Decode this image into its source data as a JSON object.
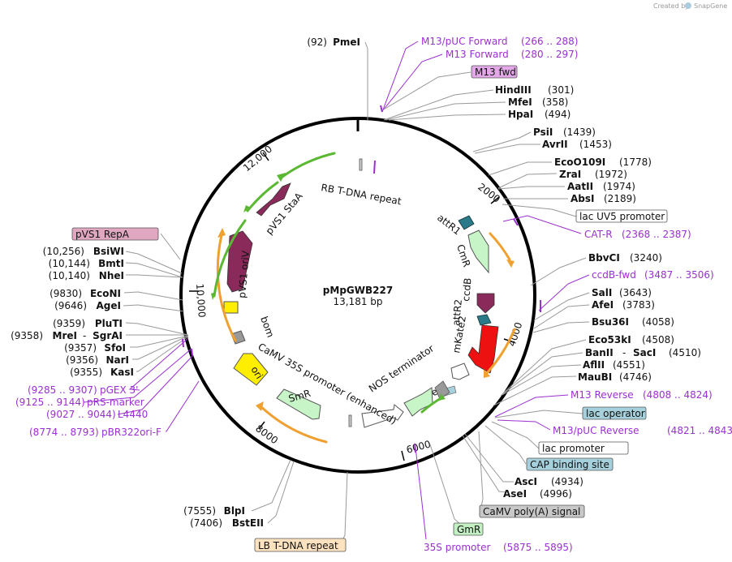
{
  "map": {
    "name": "pMpGWB227",
    "size_label": "13,181 bp",
    "credit_prefix": "Created by",
    "credit_brand": "SnapGene"
  },
  "ticks": [
    "2000",
    "4000",
    "6000",
    "8000",
    "10,000",
    "12,000"
  ],
  "enzymes_left": [
    {
      "pos": "(92)",
      "name": "PmeI"
    },
    {
      "pos": "(10,256)",
      "name": "BsiWI"
    },
    {
      "pos": "(10,144)",
      "name": "BmtI"
    },
    {
      "pos": "(10,140)",
      "name": "NheI"
    },
    {
      "pos": "(9830)",
      "name": "EcoNI"
    },
    {
      "pos": "(9646)",
      "name": "AgeI"
    },
    {
      "pos": "(9359)",
      "name": "PluTI"
    },
    {
      "pos": "(9358)",
      "name": "MreI",
      "name2": "SgrAI"
    },
    {
      "pos": "(9357)",
      "name": "SfoI"
    },
    {
      "pos": "(9356)",
      "name": "NarI"
    },
    {
      "pos": "(9355)",
      "name": "KasI"
    },
    {
      "pos": "(7555)",
      "name": "BlpI"
    },
    {
      "pos": "(7406)",
      "name": "BstEII"
    }
  ],
  "enzymes_right": [
    {
      "name": "HindIII",
      "pos": "(301)"
    },
    {
      "name": "MfeI",
      "pos": "(358)"
    },
    {
      "name": "HpaI",
      "pos": "(494)"
    },
    {
      "name": "PsiI",
      "pos": "(1439)"
    },
    {
      "name": "AvrII",
      "pos": "(1453)"
    },
    {
      "name": "EcoO109I",
      "pos": "(1778)"
    },
    {
      "name": "ZraI",
      "pos": "(1972)"
    },
    {
      "name": "AatII",
      "pos": "(1974)"
    },
    {
      "name": "AbsI",
      "pos": "(2189)"
    },
    {
      "name": "BbvCI",
      "pos": "(3240)"
    },
    {
      "name": "SalI",
      "pos": "(3643)"
    },
    {
      "name": "AfeI",
      "pos": "(3783)"
    },
    {
      "name": "Bsu36I",
      "pos": "(4058)"
    },
    {
      "name": "Eco53kI",
      "pos": "(4508)"
    },
    {
      "name": "BanII",
      "name2": "SacI",
      "pos": "(4510)"
    },
    {
      "name": "AflII",
      "pos": "(4551)"
    },
    {
      "name": "MauBI",
      "pos": "(4746)"
    },
    {
      "name": "AscI",
      "pos": "(4934)"
    },
    {
      "name": "AseI",
      "pos": "(4996)"
    }
  ],
  "primers_right": [
    {
      "name": "M13/pUC Forward",
      "range": "(266 .. 288)"
    },
    {
      "name": "M13 Forward",
      "range": "(280 .. 297)"
    },
    {
      "name": "CAT-R",
      "range": "(2368 .. 2387)"
    },
    {
      "name": "ccdB-fwd",
      "range": "(3487 .. 3506)"
    },
    {
      "name": "M13 Reverse",
      "range": "(4808 .. 4824)"
    },
    {
      "name": "M13/pUC Reverse",
      "range": "(4821 .. 4843)"
    },
    {
      "name": "35S promoter",
      "range": "(5875 .. 5895)"
    }
  ],
  "primers_left": [
    {
      "range": "(9285 .. 9307)",
      "name": "pGEX 3'"
    },
    {
      "range": "(9125 .. 9144)",
      "name": "pRS-marker"
    },
    {
      "range": "(9027 .. 9044)",
      "name": "L4440"
    },
    {
      "range": "(8774 .. 8793)",
      "name": "pBR322ori-F"
    }
  ],
  "boxed_labels": [
    {
      "text": "M13 fwd",
      "fill": "#e2a8e8"
    },
    {
      "text": "lac UV5 promoter",
      "fill": "#ffffff"
    },
    {
      "text": "pVS1 RepA",
      "fill": "#e0a8c0"
    },
    {
      "text": "lac operator",
      "fill": "#a6d0dc"
    },
    {
      "text": "lac promoter",
      "fill": "#ffffff"
    },
    {
      "text": "CAP binding site",
      "fill": "#a6d0dc"
    },
    {
      "text": "CaMV poly(A) signal",
      "fill": "#c8c8c8"
    },
    {
      "text": "GmR",
      "fill": "#c2f0c2"
    },
    {
      "text": "LB T-DNA repeat",
      "fill": "#fde2c0"
    }
  ],
  "inner_features": [
    "RB T-DNA repeat",
    "attR1",
    "CmR",
    "ccdB",
    "attR2",
    "mKate2",
    "NOS terminator",
    "M13 rev",
    "CaMV 35S promoter (enhanced)",
    "SmR",
    "ori",
    "bom",
    "pVS1 oriV",
    "pVS1 StaA"
  ],
  "colors": {
    "backbone": "#000000",
    "enzyme_line": "#999999",
    "primer": "#9b2fd1",
    "orange_arrow": "#f0a030",
    "green_arrow": "#5ab832",
    "maroon_feature": "#8a2a5a",
    "teal_feature": "#2a7a8a",
    "red_feature": "#ee1111",
    "light_green_feature": "#c8f5c8",
    "yellow_feature": "#ffee00"
  }
}
